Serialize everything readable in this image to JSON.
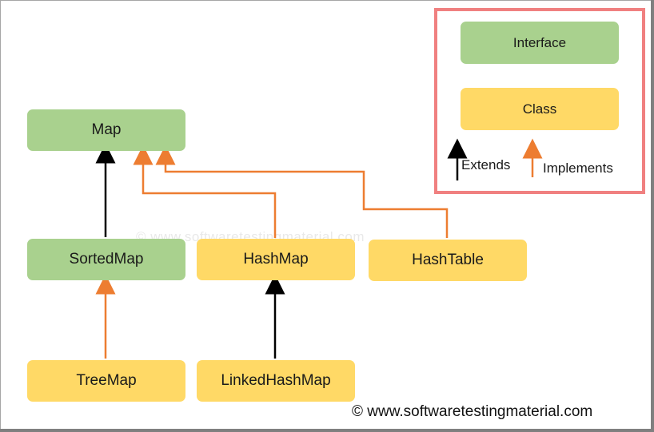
{
  "nodes": {
    "map": "Map",
    "sortedmap": "SortedMap",
    "hashmap": "HashMap",
    "hashtable": "HashTable",
    "treemap": "TreeMap",
    "linkedhashmap": "LinkedHashMap"
  },
  "legend": {
    "interface_label": "Interface",
    "class_label": "Class",
    "extends_label": "Extends",
    "implements_label": "Implements"
  },
  "watermark": "© www.softwaretestingmaterial.com",
  "copyright": "© www.softwaretestingmaterial.com",
  "colors": {
    "interface": "#a9d18e",
    "class": "#ffd966",
    "extends_arrow": "#000000",
    "implements_arrow": "#ed7d31",
    "legend_border": "#f08080"
  }
}
